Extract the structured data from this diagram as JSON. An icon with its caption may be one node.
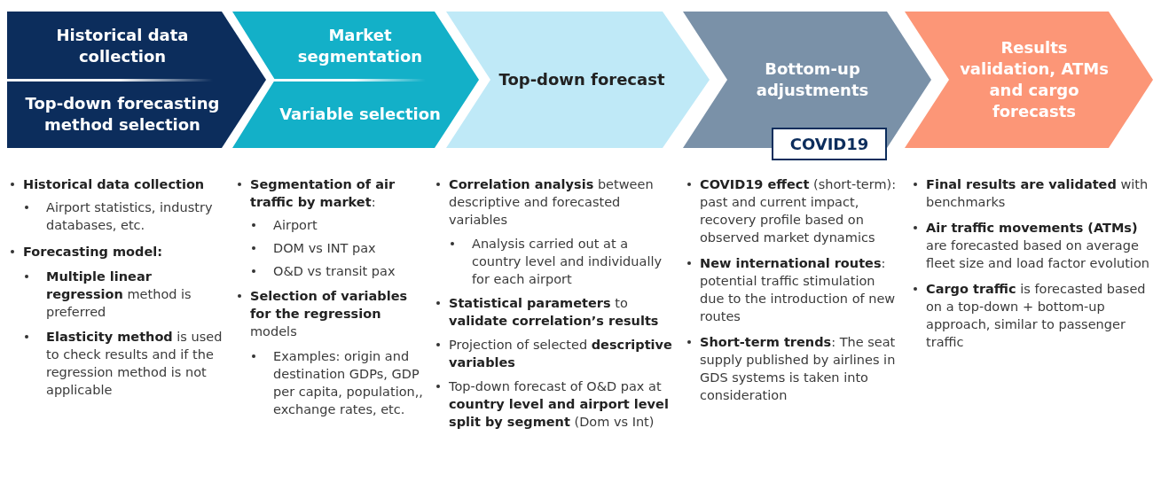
{
  "diagram": {
    "nodes": [
      {
        "text": [
          "Historical data collection",
          "Top-down forecasting method selection"
        ]
      },
      {
        "text": [
          "Market segmentation",
          "Variable selection"
        ]
      },
      {
        "text": [
          "Top-down forecast"
        ]
      },
      {
        "text": [
          "Bottom-up adjustments"
        ]
      },
      {
        "text": [
          "Results validation, ATMs and cargo forecasts"
        ]
      },
      {
        "text": [
          "COVID19"
        ]
      }
    ],
    "edges": [],
    "labels": [
      "Historical data collection",
      "Airport statistics, industry databases, etc.",
      "Forecasting model:",
      "**Multiple linear regression** method is preferred",
      "**Elasticity method** is used to check results and if the regression method is not applicable",
      "**Segmentation of air traffic by market**:",
      "Airport",
      "DOM vs INT pax",
      "O&D vs transit pax",
      "**Selection of variables for the regression** models",
      "Examples: origin and destination GDPs, GDP per capita, population,, exchange rates, etc.",
      "**Correlation analysis** between descriptive and forecasted variables",
      "Analysis carried out at a country level and individually for each airport",
      "**Statistical parameters** to **validate correlation’s results**",
      "Projection of selected **descriptive variables**",
      "Top-down forecast of O&D pax at **country level and airport level split by segment** (Dom vs Int)",
      "**COVID19 effect** (short-term): past and current impact, recovery profile based on observed market dynamics",
      "**New international routes**: potential traffic stimulation due to the introduction of new routes",
      "**Short-term trends**: The seat supply published by airlines in GDS systems is taken into consideration",
      "**Final results are validated** with benchmarks",
      "**Air traffic movements (ATMs)** are forecasted based on average fleet size and load factor evolution",
      "**Cargo traffic** is forecasted based on a top-down + bottom-up approach, similar to passenger traffic"
    ]
  }
}
